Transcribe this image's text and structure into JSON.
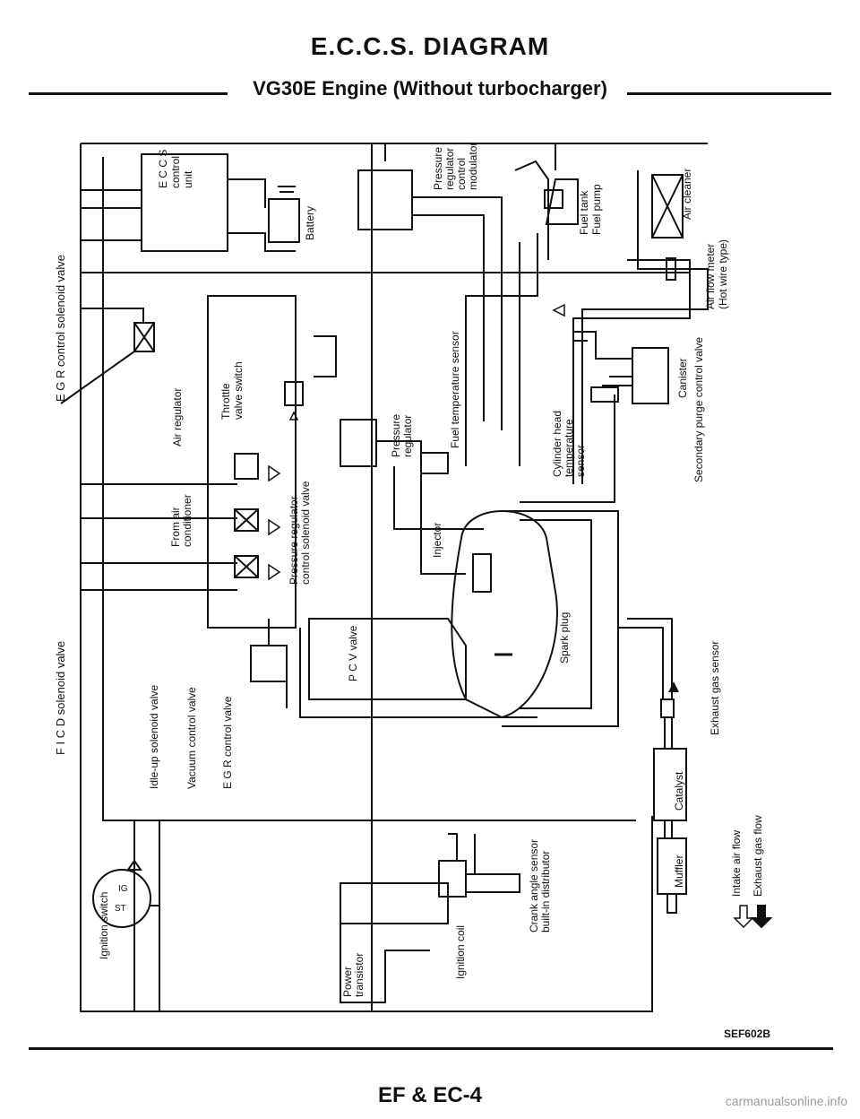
{
  "title": "E.C.C.S. DIAGRAM",
  "subtitle": "VG30E Engine (Without turbocharger)",
  "labels": {
    "eccs_control_unit": [
      "E C C S",
      "control",
      "unit"
    ],
    "battery": "Battery",
    "pressure_regulator_control_modulator": [
      "Pressure",
      "regulator",
      "control",
      "modulator"
    ],
    "fuel_tank": "Fuel tank",
    "fuel_pump": "Fuel pump",
    "air_cleaner": "Air cleaner",
    "air_flow_meter": [
      "Air flow meter",
      "(Hot wire type)"
    ],
    "egr_control_solenoid_valve": "E G R control solenoid valve",
    "air_regulator": "Air regulator",
    "throttle_valve_switch": [
      "Throttle",
      "valve switch"
    ],
    "fuel_temperature_sensor": "Fuel temperature sensor",
    "pressure_regulator": [
      "Pressure",
      "regulator"
    ],
    "canister": "Canister",
    "secondary_purge_control_valve": "Secondary purge control valve",
    "cylinder_head_temperature_sensor": [
      "Cylinder head",
      "temperature",
      "sensor"
    ],
    "from_air_conditioner": [
      "From air",
      "conditioner"
    ],
    "pressure_regulator_control_solenoid_valve": [
      "Pressure regulator",
      "control solenoid valve"
    ],
    "injector": "Injector",
    "spark_plug": "Spark plug",
    "pcv_valve": "P C V valve",
    "exhaust_gas_sensor": "Exhaust gas sensor",
    "ficd_solenoid_valve": "F I C D solenoid valve",
    "idle_up_solenoid_valve": "Idle-up solenoid valve",
    "vacuum_control_valve": "Vacuum control valve",
    "egr_control_valve": "E G R control valve",
    "catalyst": "Catalyst",
    "muffler": "Muffler",
    "intake_air_flow": "Intake air flow",
    "exhaust_gas_flow": "Exhaust gas flow",
    "crank_angle_sensor": [
      "Crank angle sensor",
      "built-in distributor"
    ],
    "ignition_coil": "Ignition coil",
    "power_transistor": [
      "Power",
      "transistor"
    ],
    "ignition_switch": "Ignition switch",
    "ig": "IG",
    "st": "ST"
  },
  "figure_code": "SEF602B",
  "page_number": "EF & EC-4",
  "watermark": "carmanualsonline.info"
}
